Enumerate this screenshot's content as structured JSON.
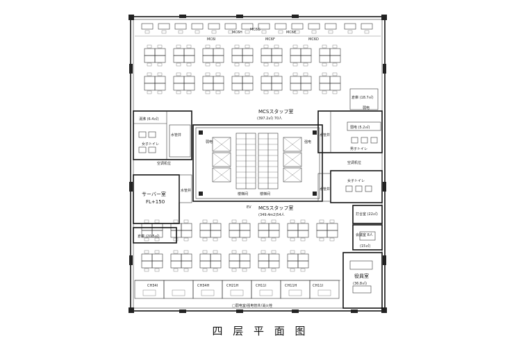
{
  "caption": "四 层 平 面 图",
  "rooms": {
    "mcs_north_title": "MCSスタッフ室",
    "mcs_north_area": "(397.2㎡) 70人",
    "mcs_south_title": "MCSスタッフ室",
    "mcs_south_area": "(349.4m2)54人",
    "tea_room": "湯沸 (6.4㎡)",
    "womens_toilet_nw": "女子トイレ",
    "water_pipe_nw": "水管井",
    "ac_room_w": "空调机位",
    "storage_ne": "倉庫 (18.7㎡)",
    "electric_ne": "弱电",
    "power_ne": "弱电 (5.2㎡)",
    "mens_toilet": "男子トイレ",
    "water_pipe_ne": "水管井",
    "ac_room_e": "空调机位",
    "womens_toilet_se": "女子トイレ",
    "water_pipe_se": "水管井",
    "server_room": "サーバー室",
    "server_floor": "FL+150",
    "water_pipe_w": "水管井",
    "storage_sw": "倉庫 (20.5㎡)",
    "meeting_1": "打合室 (22㎡)",
    "meeting_2": "会議室 8人",
    "meeting_2_area": "(15㎡)",
    "executive_room": "役員室",
    "executive_area": "(36.8㎡)",
    "core_electric_1": "弱电",
    "core_electric_2": "强电",
    "core_stair_1": "楼梯间",
    "core_stair_2": "楼梯间",
    "core_ev": "EV"
  },
  "room_codes": {
    "north": [
      "MC6I",
      "MC6H",
      "MC6G",
      "MC6F",
      "MC6E",
      "MC6D"
    ],
    "south": [
      "CH34I",
      "CH34H",
      "CH21H",
      "CH11I",
      "CH11H",
      "CH11I"
    ]
  },
  "notes": {
    "bottom": "□弱电室/强电管井/消火栓"
  }
}
